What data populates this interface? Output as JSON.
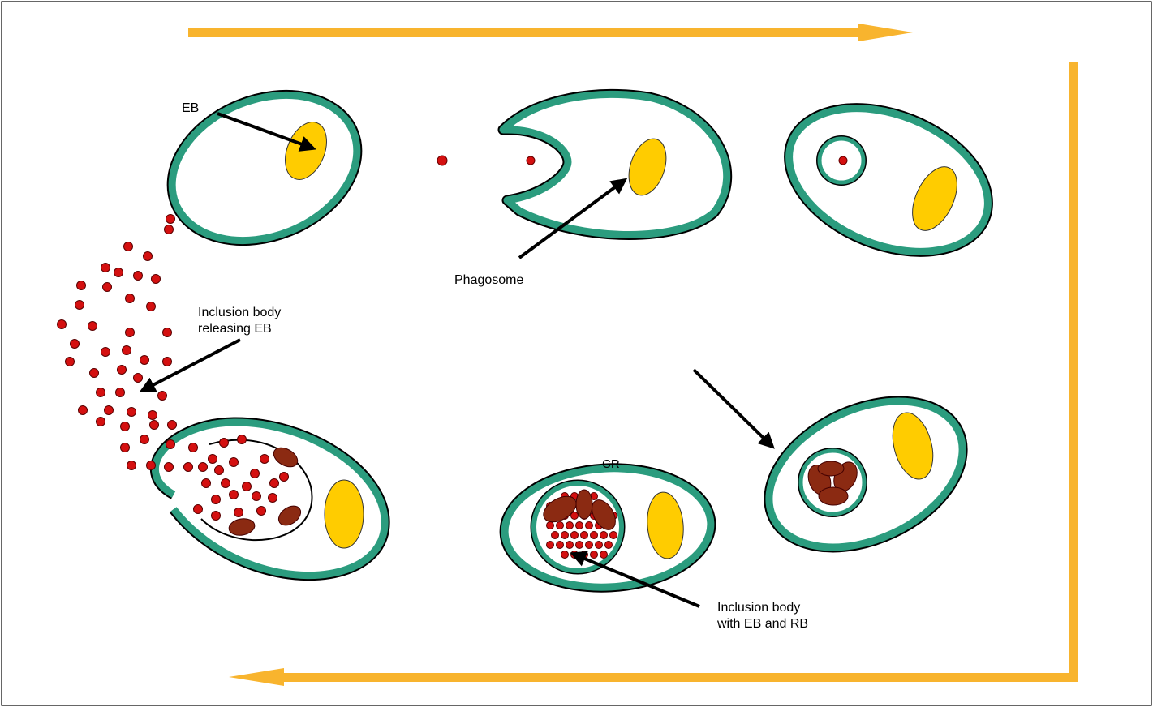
{
  "labels": {
    "eb": "EB",
    "phagosome": "Phagosome",
    "releasing_line1": "Inclusion body",
    "releasing_line2": "releasing EB",
    "cr": "CR",
    "with_line1": "Inclusion body",
    "with_line2": "with EB and RB"
  },
  "colors": {
    "cycle_arrow": "#F8B42E",
    "cell_membrane": "#2B9C7E",
    "nucleus": "#FFCC00",
    "elementary_body": "#D41010",
    "reticulate_body": "#8B2A12",
    "pointer_arrow": "#000000"
  }
}
